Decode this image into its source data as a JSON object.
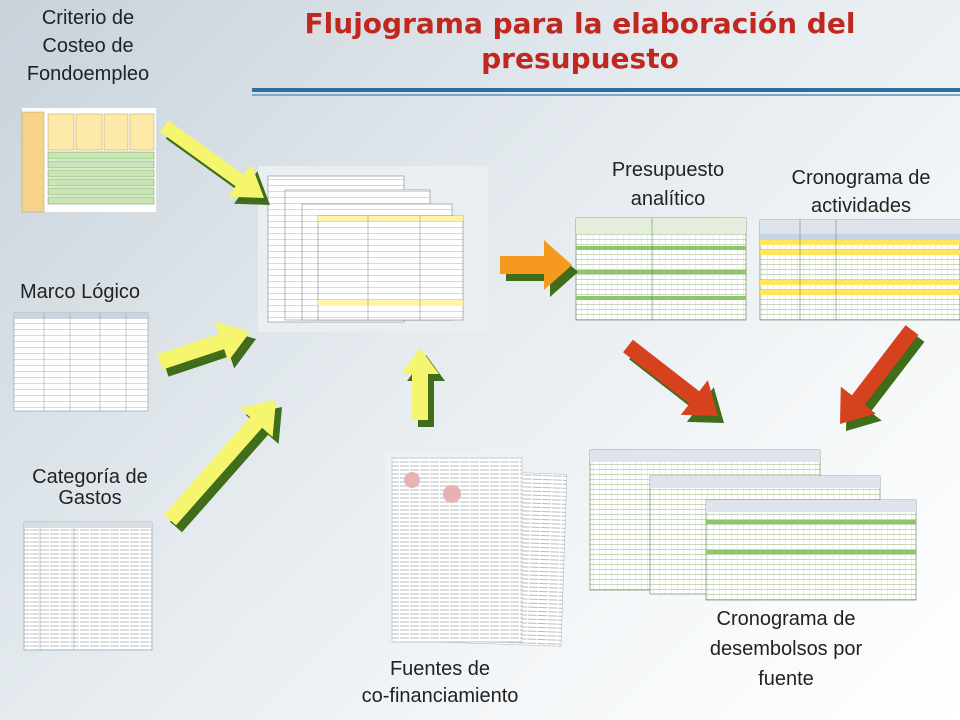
{
  "title": "Flujograma para la elaboración del presupuesto",
  "labels": {
    "criterio": [
      "Criterio de",
      "Costeo de",
      "Fondoempleo"
    ],
    "marco": "Marco Lógico",
    "categoria": [
      "Categoría de",
      "Gastos"
    ],
    "fuentes": [
      "Fuentes de",
      "co-financiamiento"
    ],
    "presupuesto": [
      "Presupuesto",
      "analítico"
    ],
    "cronograma_act": [
      "Cronograma de",
      "actividades"
    ],
    "cronograma_des": [
      "Cronograma de",
      "desembolsos por",
      "fuente"
    ]
  },
  "colors": {
    "title": "#c0271e",
    "arrow_yellow": "#f5f56e",
    "arrow_orange": "#f59a1e",
    "arrow_red": "#d6411e",
    "arrow_shadow": "#3f6d1a"
  }
}
